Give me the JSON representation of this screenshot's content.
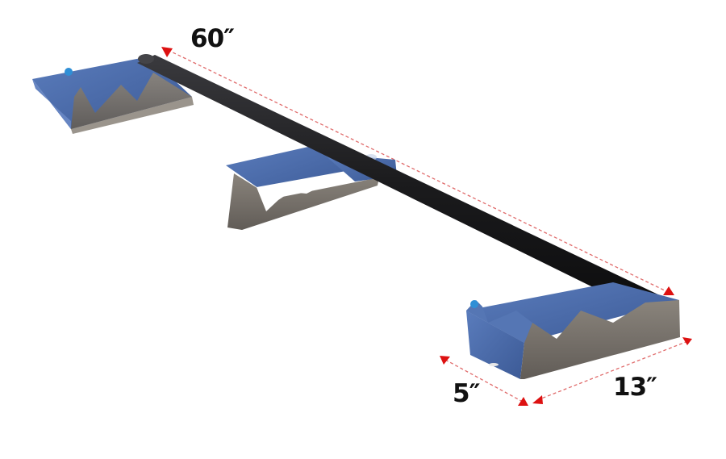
{
  "product": {
    "name": "bar rack with three cradle brackets",
    "colors": {
      "bracket_top": "#4a6aa6",
      "bracket_side": "#77726c",
      "bar": "#1c1c1e",
      "knob": "#2f8fd6",
      "dimension_line": "#e05a5a",
      "arrow": "#dd1111"
    }
  },
  "dimensions": {
    "length": "60″",
    "width": "5″",
    "depth": "13″"
  }
}
